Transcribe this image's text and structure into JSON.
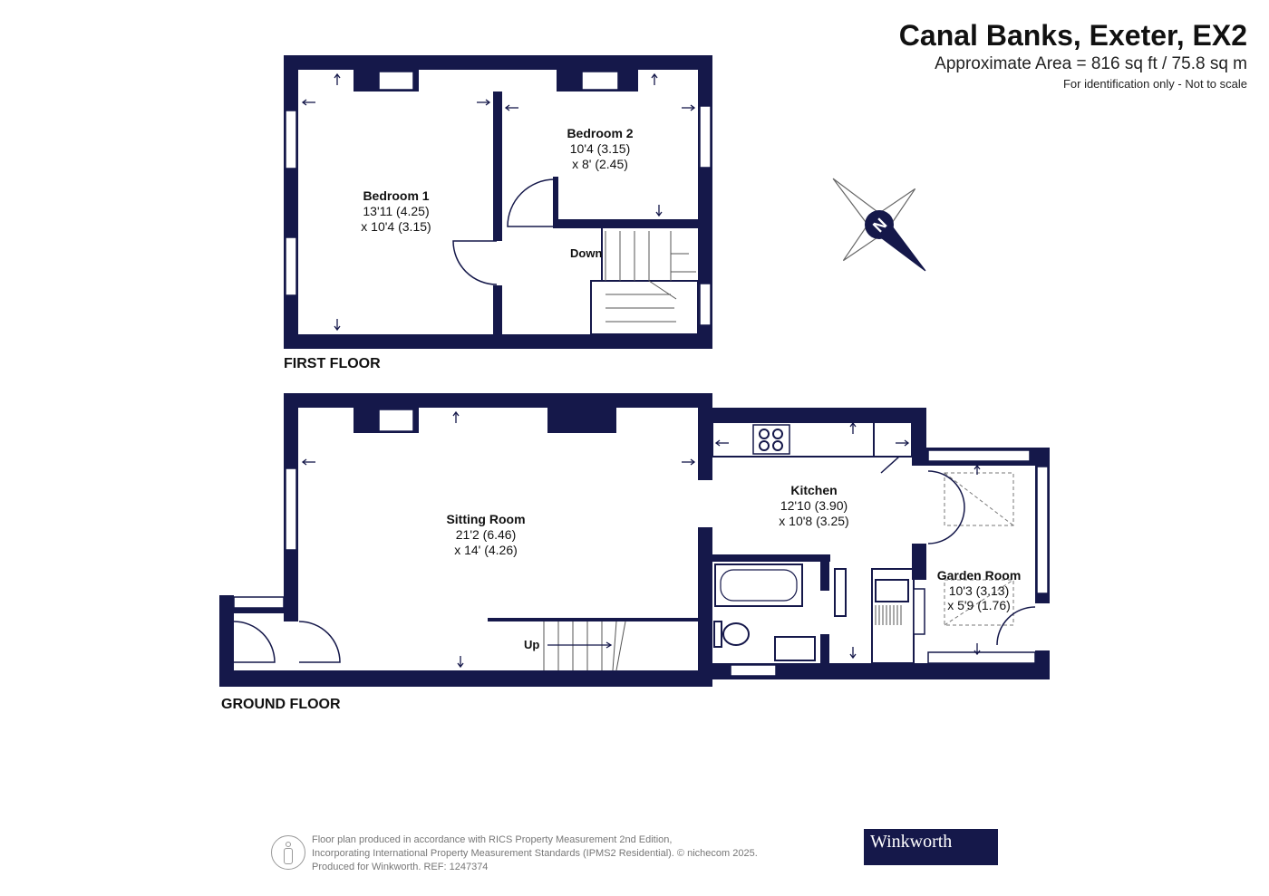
{
  "header": {
    "title": "Canal Banks, Exeter, EX2",
    "area": "Approximate Area = 816 sq ft / 75.8 sq m",
    "note": "For identification only - Not to scale"
  },
  "compass": {
    "label": "N",
    "icon": "north-compass-icon"
  },
  "first_floor": {
    "label": "FIRST FLOOR",
    "stairs_label": "Down",
    "rooms": [
      {
        "name": "Bedroom 1",
        "dim1": "13'11 (4.25)",
        "dim2": "x 10'4 (3.15)"
      },
      {
        "name": "Bedroom 2",
        "dim1": "10'4 (3.15)",
        "dim2": "x 8' (2.45)"
      }
    ]
  },
  "ground_floor": {
    "label": "GROUND FLOOR",
    "stairs_label": "Up",
    "rooms": [
      {
        "name": "Sitting Room",
        "dim1": "21'2 (6.46)",
        "dim2": "x 14' (4.26)"
      },
      {
        "name": "Kitchen",
        "dim1": "12'10 (3.90)",
        "dim2": "x 10'8 (3.25)"
      },
      {
        "name": "Garden Room",
        "dim1": "10'3 (3.13)",
        "dim2": "x 5'9 (1.76)"
      }
    ]
  },
  "footer": {
    "line1": "Floor plan produced in accordance with RICS Property Measurement 2nd Edition,",
    "line2": "Incorporating International Property Measurement Standards (IPMS2 Residential).  © nichecom 2025.",
    "line3": "Produced for Winkworth.   REF: 1247374",
    "brand": "Winkworth"
  },
  "colors": {
    "wall": "#15184a",
    "brand_bg": "#15184a"
  }
}
